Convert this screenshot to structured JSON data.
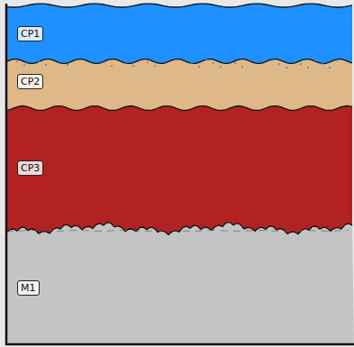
{
  "diagram": {
    "nodes": [
      {
        "text": [
          "CP1"
        ]
      },
      {
        "text": [
          "CP2"
        ]
      },
      {
        "text": [
          "CP3"
        ]
      },
      {
        "text": [
          "M1"
        ]
      }
    ]
  }
}
